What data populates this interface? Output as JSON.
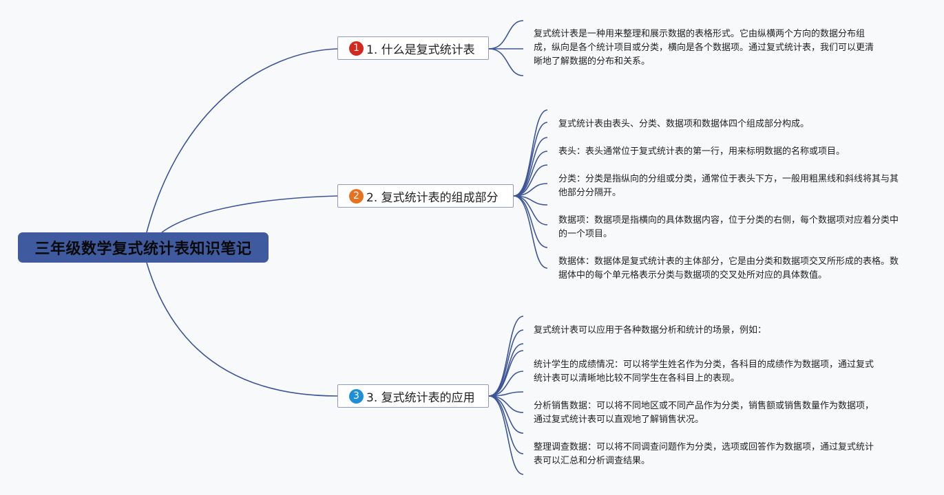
{
  "root": {
    "title": "三年级数学复式统计表知识笔记"
  },
  "colors": {
    "line": "#3d5597",
    "root_fill": "#3f5a9e",
    "badge1": "#d3281d",
    "badge2": "#e8711f",
    "badge3": "#1e8fd6"
  },
  "branches": [
    {
      "badge": "1",
      "label": "1. 什么是复式统计表",
      "items": [
        "复式统计表是一种用来整理和展示数据的表格形式。它由纵横两个方向的数据分布组成，纵向是各个统计项目或分类，横向是各个数据项。通过复式统计表，我们可以更清晰地了解数据的分布和关系。"
      ]
    },
    {
      "badge": "2",
      "label": "2. 复式统计表的组成部分",
      "items": [
        "复式统计表由表头、分类、数据项和数据体四个组成部分构成。",
        "表头：表头通常位于复式统计表的第一行，用来标明数据的名称或项目。",
        "分类：分类是指纵向的分组或分类，通常位于表头下方，一般用粗黑线和斜线将其与其他部分分隔开。",
        "数据项：数据项是指横向的具体数据内容，位于分类的右侧，每个数据项对应着分类中的一个项目。",
        "数据体：数据体是复式统计表的主体部分，它是由分类和数据项交叉所形成的表格。数据体中的每个单元格表示分类与数据项的交叉处所对应的具体数值。"
      ]
    },
    {
      "badge": "3",
      "label": "3. 复式统计表的应用",
      "items": [
        "复式统计表可以应用于各种数据分析和统计的场景，例如：",
        "统计学生的成绩情况：可以将学生姓名作为分类，各科目的成绩作为数据项，通过复式统计表可以清晰地比较不同学生在各科目上的表现。",
        "分析销售数据：可以将不同地区或不同产品作为分类，销售额或销售数量作为数据项，通过复式统计表可以直观地了解销售状况。",
        "整理调查数据：可以将不同调查问题作为分类，选项或回答作为数据项，通过复式统计表可以汇总和分析调查结果。"
      ]
    }
  ]
}
